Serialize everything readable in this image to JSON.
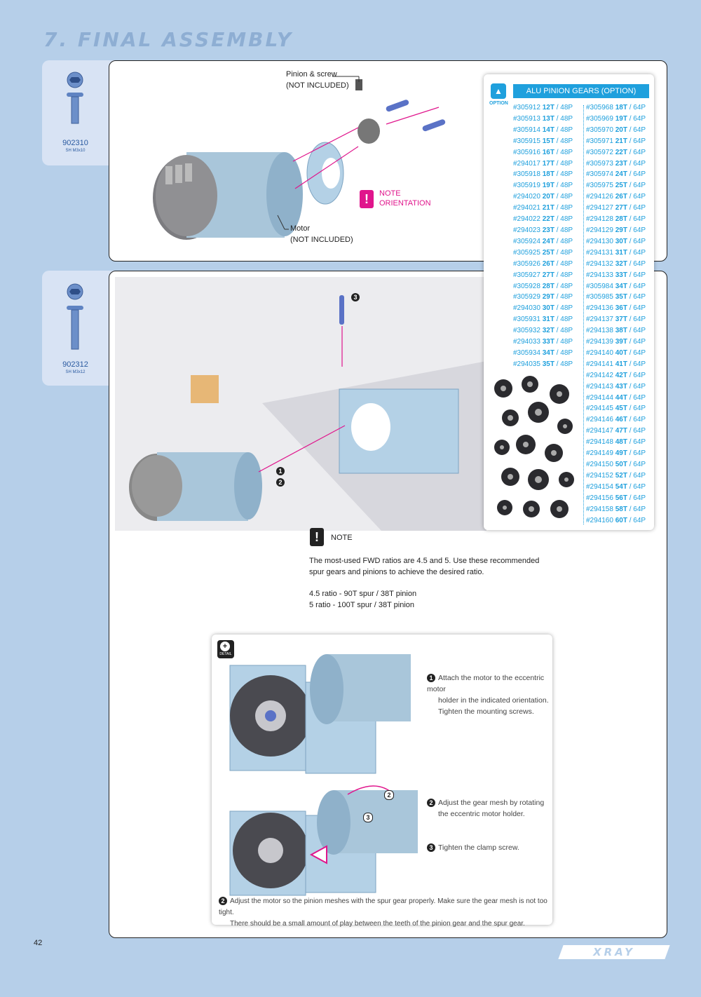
{
  "page": {
    "title": "7. FINAL ASSEMBLY",
    "page_number": "42",
    "brand": "XRAY"
  },
  "tabs": [
    {
      "part": "902310",
      "desc": "SH M3x10"
    },
    {
      "part": "902312",
      "desc": "SH M3x12"
    }
  ],
  "step1": {
    "pinion_label": "Pinion & screw",
    "pinion_note": "(NOT INCLUDED)",
    "note_label": "NOTE",
    "orientation_label": "ORIENTATION",
    "motor_label": "Motor",
    "motor_note": "(NOT INCLUDED)"
  },
  "gears": {
    "header": "ALU PINION GEARS (OPTION)",
    "option_label": "OPTION",
    "left": [
      {
        "code": "#305912",
        "teeth": "12T",
        "pitch": "48P"
      },
      {
        "code": "#305913",
        "teeth": "13T",
        "pitch": "48P"
      },
      {
        "code": "#305914",
        "teeth": "14T",
        "pitch": "48P"
      },
      {
        "code": "#305915",
        "teeth": "15T",
        "pitch": "48P"
      },
      {
        "code": "#305916",
        "teeth": "16T",
        "pitch": "48P"
      },
      {
        "code": "#294017",
        "teeth": "17T",
        "pitch": "48P"
      },
      {
        "code": "#305918",
        "teeth": "18T",
        "pitch": "48P"
      },
      {
        "code": "#305919",
        "teeth": "19T",
        "pitch": "48P"
      },
      {
        "code": "#294020",
        "teeth": "20T",
        "pitch": "48P"
      },
      {
        "code": "#294021",
        "teeth": "21T",
        "pitch": "48P"
      },
      {
        "code": "#294022",
        "teeth": "22T",
        "pitch": "48P"
      },
      {
        "code": "#294023",
        "teeth": "23T",
        "pitch": "48P"
      },
      {
        "code": "#305924",
        "teeth": "24T",
        "pitch": "48P"
      },
      {
        "code": "#305925",
        "teeth": "25T",
        "pitch": "48P"
      },
      {
        "code": "#305926",
        "teeth": "26T",
        "pitch": "48P"
      },
      {
        "code": "#305927",
        "teeth": "27T",
        "pitch": "48P"
      },
      {
        "code": "#305928",
        "teeth": "28T",
        "pitch": "48P"
      },
      {
        "code": "#305929",
        "teeth": "29T",
        "pitch": "48P"
      },
      {
        "code": "#294030",
        "teeth": "30T",
        "pitch": "48P"
      },
      {
        "code": "#305931",
        "teeth": "31T",
        "pitch": "48P"
      },
      {
        "code": "#305932",
        "teeth": "32T",
        "pitch": "48P"
      },
      {
        "code": "#294033",
        "teeth": "33T",
        "pitch": "48P"
      },
      {
        "code": "#305934",
        "teeth": "34T",
        "pitch": "48P"
      },
      {
        "code": "#294035",
        "teeth": "35T",
        "pitch": "48P"
      }
    ],
    "right": [
      {
        "code": "#305968",
        "teeth": "18T",
        "pitch": "64P"
      },
      {
        "code": "#305969",
        "teeth": "19T",
        "pitch": "64P"
      },
      {
        "code": "#305970",
        "teeth": "20T",
        "pitch": "64P"
      },
      {
        "code": "#305971",
        "teeth": "21T",
        "pitch": "64P"
      },
      {
        "code": "#305972",
        "teeth": "22T",
        "pitch": "64P"
      },
      {
        "code": "#305973",
        "teeth": "23T",
        "pitch": "64P"
      },
      {
        "code": "#305974",
        "teeth": "24T",
        "pitch": "64P"
      },
      {
        "code": "#305975",
        "teeth": "25T",
        "pitch": "64P"
      },
      {
        "code": "#294126",
        "teeth": "26T",
        "pitch": "64P"
      },
      {
        "code": "#294127",
        "teeth": "27T",
        "pitch": "64P"
      },
      {
        "code": "#294128",
        "teeth": "28T",
        "pitch": "64P"
      },
      {
        "code": "#294129",
        "teeth": "29T",
        "pitch": "64P"
      },
      {
        "code": "#294130",
        "teeth": "30T",
        "pitch": "64P"
      },
      {
        "code": "#294131",
        "teeth": "31T",
        "pitch": "64P"
      },
      {
        "code": "#294132",
        "teeth": "32T",
        "pitch": "64P"
      },
      {
        "code": "#294133",
        "teeth": "33T",
        "pitch": "64P"
      },
      {
        "code": "#305984",
        "teeth": "34T",
        "pitch": "64P"
      },
      {
        "code": "#305985",
        "teeth": "35T",
        "pitch": "64P"
      },
      {
        "code": "#294136",
        "teeth": "36T",
        "pitch": "64P"
      },
      {
        "code": "#294137",
        "teeth": "37T",
        "pitch": "64P"
      },
      {
        "code": "#294138",
        "teeth": "38T",
        "pitch": "64P"
      },
      {
        "code": "#294139",
        "teeth": "39T",
        "pitch": "64P"
      },
      {
        "code": "#294140",
        "teeth": "40T",
        "pitch": "64P"
      },
      {
        "code": "#294141",
        "teeth": "41T",
        "pitch": "64P"
      },
      {
        "code": "#294142",
        "teeth": "42T",
        "pitch": "64P"
      },
      {
        "code": "#294143",
        "teeth": "43T",
        "pitch": "64P"
      },
      {
        "code": "#294144",
        "teeth": "44T",
        "pitch": "64P"
      },
      {
        "code": "#294145",
        "teeth": "45T",
        "pitch": "64P"
      },
      {
        "code": "#294146",
        "teeth": "46T",
        "pitch": "64P"
      },
      {
        "code": "#294147",
        "teeth": "47T",
        "pitch": "64P"
      },
      {
        "code": "#294148",
        "teeth": "48T",
        "pitch": "64P"
      },
      {
        "code": "#294149",
        "teeth": "49T",
        "pitch": "64P"
      },
      {
        "code": "#294150",
        "teeth": "50T",
        "pitch": "64P"
      },
      {
        "code": "#294152",
        "teeth": "52T",
        "pitch": "64P"
      },
      {
        "code": "#294154",
        "teeth": "54T",
        "pitch": "64P"
      },
      {
        "code": "#294156",
        "teeth": "56T",
        "pitch": "64P"
      },
      {
        "code": "#294158",
        "teeth": "58T",
        "pitch": "64P"
      },
      {
        "code": "#294160",
        "teeth": "60T",
        "pitch": "64P"
      }
    ]
  },
  "note2": {
    "label": "NOTE",
    "line1": "The most-used FWD ratios are 4.5 and 5. Use these recommended",
    "line2": "spur gears and pinions to achieve the desired ratio.",
    "ratio1": "4.5 ratio - 90T spur / 38T pinion",
    "ratio2": "5 ratio - 100T spur / 38T pinion"
  },
  "detail": {
    "badge": "DETAIL",
    "s1_l1": "Attach the motor to the eccentric motor",
    "s1_l2": "holder in the indicated orientation.",
    "s1_l3": "Tighten the mounting screws.",
    "s2_l1": "Adjust the gear mesh by rotating",
    "s2_l2": "the eccentric motor holder.",
    "s3": "Tighten the clamp screw.",
    "b_l1": "Adjust the motor so the pinion meshes with the spur gear properly. Make sure the gear mesh is not too tight.",
    "b_l2": "There should be a small amount of play between the teeth of the pinion gear and the spur gear."
  },
  "step_numbers": [
    "1",
    "2",
    "3"
  ]
}
